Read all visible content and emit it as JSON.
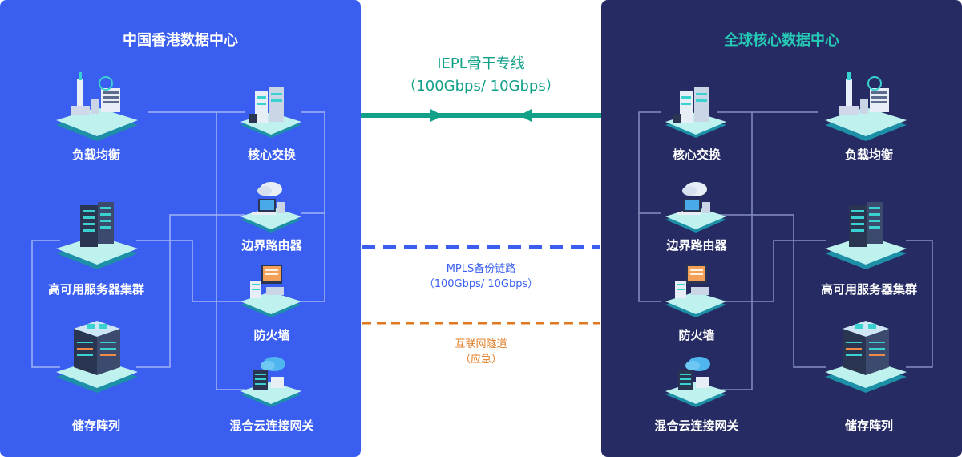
{
  "left_dc": {
    "title": "中国香港数据中心",
    "nodes": {
      "load_balancer": "负载均衡",
      "ha_cluster": "高可用服务器集群",
      "storage_array": "储存阵列",
      "core_switch": "核心交换",
      "edge_router": "边界路由器",
      "firewall": "防火墙",
      "hybrid_gateway": "混合云连接网关"
    }
  },
  "right_dc": {
    "title": "全球核心数据中心",
    "nodes": {
      "core_switch": "核心交换",
      "edge_router": "边界路由器",
      "firewall": "防火墙",
      "hybrid_gateway": "混合云连接网关",
      "load_balancer": "负载均衡",
      "ha_cluster": "高可用服务器集群",
      "storage_array": "储存阵列"
    }
  },
  "links": {
    "iepl": {
      "name": "IEPL骨干专线",
      "bandwidth": "（100Gbps/ 10Gbps）",
      "color": "#13a089"
    },
    "mpls": {
      "name": "MPLS备份链路",
      "bandwidth": "（100Gbps/ 10Gbps）",
      "color": "#3a5ff0"
    },
    "internet": {
      "name": "互联网隧道",
      "bandwidth": "（应急）",
      "color": "#e07a1f"
    }
  },
  "icons": {
    "load_balancer": "load-balancer-icon",
    "ha_cluster": "server-cluster-icon",
    "storage_array": "storage-array-icon",
    "core_switch": "core-switch-icon",
    "edge_router": "router-icon",
    "firewall": "firewall-icon",
    "hybrid_gateway": "cloud-gateway-icon"
  }
}
